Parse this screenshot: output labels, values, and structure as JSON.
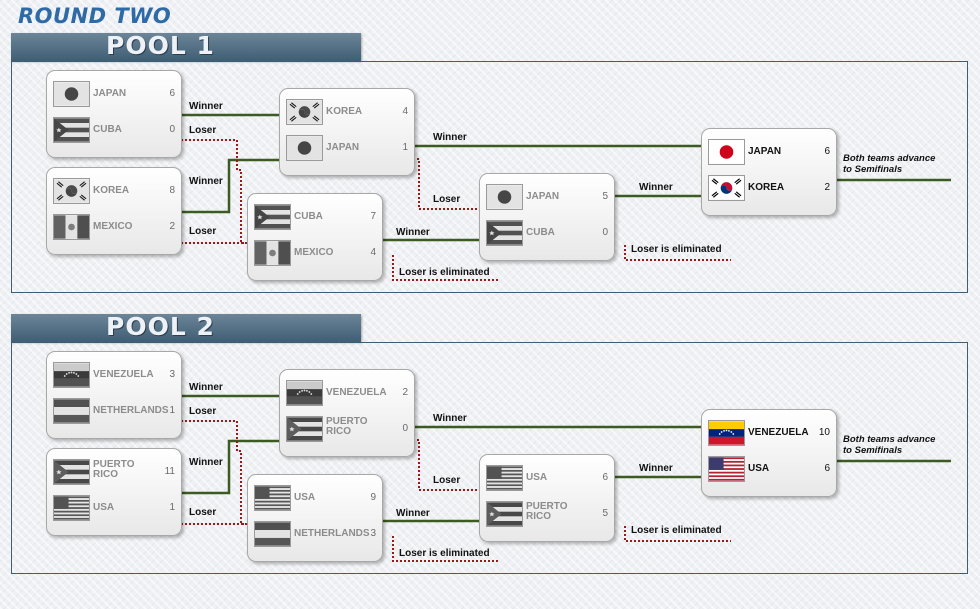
{
  "round_title": "ROUND TWO",
  "labels": {
    "winner": "Winner",
    "loser": "Loser",
    "eliminated": "Loser is eliminated",
    "advance_line1": "Both teams advance",
    "advance_line2": "to Semifinals"
  },
  "colors": {
    "winner_line": "#3c5b23",
    "loser_line": "#9a1a1a",
    "header": "#4a687d",
    "title_accent": "#2e6aa6"
  },
  "pools": [
    {
      "title": "POOL 1",
      "games": [
        {
          "teams": [
            {
              "name": [
                "JAPAN"
              ],
              "flag": "japan-flag",
              "score": "6"
            },
            {
              "name": [
                "CUBA"
              ],
              "flag": "cuba-flag",
              "score": "0"
            }
          ]
        },
        {
          "teams": [
            {
              "name": [
                "KOREA"
              ],
              "flag": "korea-flag",
              "score": "8"
            },
            {
              "name": [
                "MEXICO"
              ],
              "flag": "mexico-flag",
              "score": "2"
            }
          ]
        },
        {
          "teams": [
            {
              "name": [
                "KOREA"
              ],
              "flag": "korea-flag",
              "score": "4"
            },
            {
              "name": [
                "JAPAN"
              ],
              "flag": "japan-flag",
              "score": "1"
            }
          ]
        },
        {
          "teams": [
            {
              "name": [
                "CUBA"
              ],
              "flag": "cuba-flag",
              "score": "7"
            },
            {
              "name": [
                "MEXICO"
              ],
              "flag": "mexico-flag",
              "score": "4"
            }
          ]
        },
        {
          "teams": [
            {
              "name": [
                "JAPAN"
              ],
              "flag": "japan-flag",
              "score": "5"
            },
            {
              "name": [
                "CUBA"
              ],
              "flag": "cuba-flag",
              "score": "0"
            }
          ]
        },
        {
          "teams": [
            {
              "name": [
                "JAPAN"
              ],
              "flag": "japan-flag",
              "score": "6"
            },
            {
              "name": [
                "KOREA"
              ],
              "flag": "korea-flag",
              "score": "2"
            }
          ]
        }
      ]
    },
    {
      "title": "POOL 2",
      "games": [
        {
          "teams": [
            {
              "name": [
                "VENEZUELA"
              ],
              "flag": "venezuela-flag",
              "score": "3"
            },
            {
              "name": [
                "NETHERLANDS"
              ],
              "flag": "netherlands-flag",
              "score": "1"
            }
          ]
        },
        {
          "teams": [
            {
              "name": [
                "PUERTO",
                "RICO"
              ],
              "flag": "puerto-rico-flag",
              "score": "11"
            },
            {
              "name": [
                "USA"
              ],
              "flag": "usa-flag",
              "score": "1"
            }
          ]
        },
        {
          "teams": [
            {
              "name": [
                "VENEZUELA"
              ],
              "flag": "venezuela-flag",
              "score": "2"
            },
            {
              "name": [
                "PUERTO",
                "RICO"
              ],
              "flag": "puerto-rico-flag",
              "score": "0"
            }
          ]
        },
        {
          "teams": [
            {
              "name": [
                "USA"
              ],
              "flag": "usa-flag",
              "score": "9"
            },
            {
              "name": [
                "NETHERLANDS"
              ],
              "flag": "netherlands-flag",
              "score": "3"
            }
          ]
        },
        {
          "teams": [
            {
              "name": [
                "USA"
              ],
              "flag": "usa-flag",
              "score": "6"
            },
            {
              "name": [
                "PUERTO",
                "RICO"
              ],
              "flag": "puerto-rico-flag",
              "score": "5"
            }
          ]
        },
        {
          "teams": [
            {
              "name": [
                "VENEZUELA"
              ],
              "flag": "venezuela-flag",
              "score": "10"
            },
            {
              "name": [
                "USA"
              ],
              "flag": "usa-flag",
              "score": "6"
            }
          ]
        }
      ]
    }
  ]
}
